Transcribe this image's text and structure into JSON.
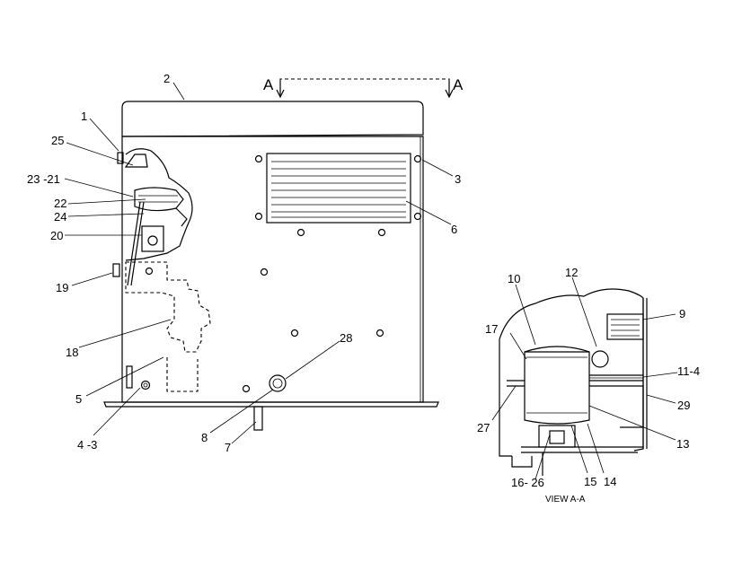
{
  "section_marker": {
    "left": "A",
    "right": "A"
  },
  "callouts": {
    "c1": "1",
    "c2": "2",
    "c3": "3",
    "c4_3": "4 -3",
    "c5": "5",
    "c6": "6",
    "c7": "7",
    "c8": "8",
    "c18": "18",
    "c19": "19",
    "c20": "20",
    "c22": "22",
    "c23_21": "23 -21",
    "c24": "24",
    "c25": "25",
    "c28": "28",
    "c9": "9",
    "c10": "10",
    "c11_4": "11-4",
    "c12": "12",
    "c13": "13",
    "c14": "14",
    "c15": "15",
    "c16_26": "16- 26",
    "c17": "17",
    "c27": "27",
    "c29": "29"
  },
  "view_caption": "VIEW A-A"
}
